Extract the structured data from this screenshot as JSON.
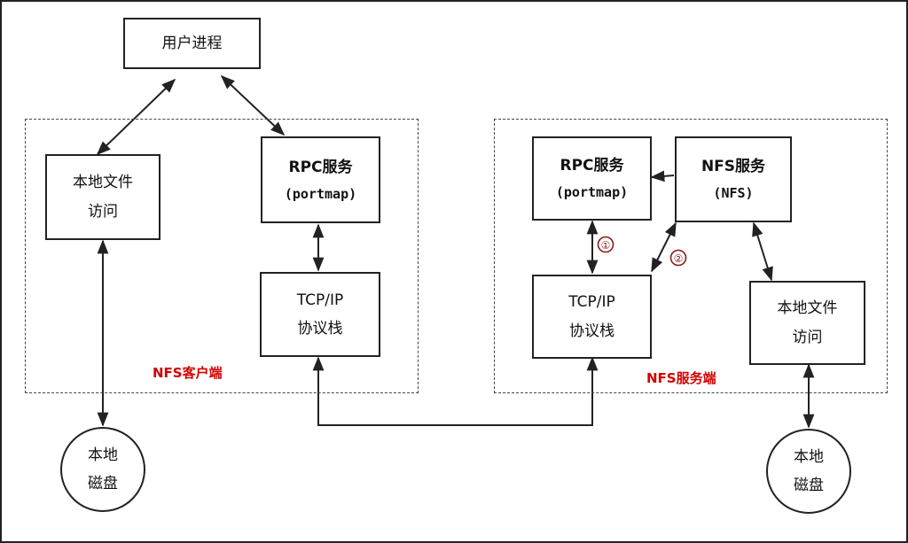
{
  "nodes": {
    "user_process": "用户进程",
    "client": {
      "group_label": "NFS客户端",
      "local_file_access": [
        "本地文件",
        "访问"
      ],
      "rpc_service": [
        "RPC服务",
        "(portmap)"
      ],
      "tcpip_stack": [
        "TCP/IP",
        "协议栈"
      ],
      "local_disk": [
        "本地",
        "磁盘"
      ]
    },
    "server": {
      "group_label": "NFS服务端",
      "rpc_service": [
        "RPC服务",
        "(portmap)"
      ],
      "nfs_service": [
        "NFS服务",
        "(NFS)"
      ],
      "tcpip_stack": [
        "TCP/IP",
        "协议栈"
      ],
      "local_file_access": [
        "本地文件",
        "访问"
      ],
      "local_disk": [
        "本地",
        "磁盘"
      ]
    }
  },
  "markers": [
    "①",
    "②"
  ],
  "colors": {
    "line": "#222222",
    "accent": "#d40000"
  }
}
